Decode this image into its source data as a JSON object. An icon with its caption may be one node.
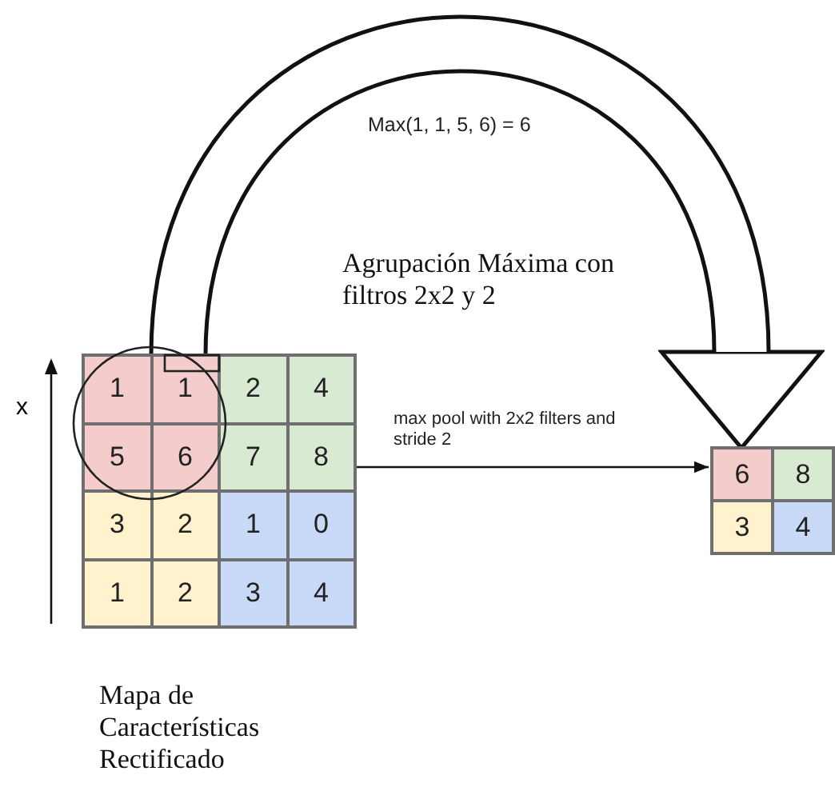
{
  "diagram": {
    "nodes": [
      {
        "text": [],
        "shape": "box",
        "beside": [
          "Mapa de Características Rectificado"
        ]
      },
      {
        "text": [
          "1"
        ],
        "in": 0
      },
      {
        "text": [
          "1"
        ],
        "in": 0
      },
      {
        "text": [
          "2"
        ],
        "in": 0
      },
      {
        "text": [
          "4"
        ],
        "in": 0
      },
      {
        "text": [
          "5"
        ],
        "in": 0
      },
      {
        "text": [
          "6"
        ],
        "in": 0
      },
      {
        "text": [
          "7"
        ],
        "in": 0
      },
      {
        "text": [
          "8"
        ],
        "in": 0
      },
      {
        "text": [
          "3"
        ],
        "in": 0
      },
      {
        "text": [
          "2"
        ],
        "in": 0
      },
      {
        "text": [
          "1"
        ],
        "in": 0
      },
      {
        "text": [
          "0"
        ],
        "in": 0
      },
      {
        "text": [
          "1"
        ],
        "in": 0
      },
      {
        "text": [
          "2"
        ],
        "in": 0
      },
      {
        "text": [
          "3"
        ],
        "in": 0
      },
      {
        "text": [
          "4"
        ],
        "in": 0
      },
      {
        "text": [],
        "shape": "box"
      },
      {
        "text": [
          "6"
        ],
        "in": 17
      },
      {
        "text": [
          "8"
        ],
        "in": 17
      },
      {
        "text": [
          "3"
        ],
        "in": 17
      },
      {
        "text": [
          "4"
        ],
        "in": 17
      }
    ],
    "edges": [
      {
        "from": 0,
        "to": 17,
        "arrow": "to",
        "style": "thick"
      },
      {
        "from": 0,
        "to": 17,
        "arrow": "to",
        "label": "max pool with 2x2 filters and stride 2"
      }
    ],
    "labels": [
      "Max(1, 1, 5, 6) = 6",
      "Agrupación Máxima con filtros 2x2 y 2",
      "x"
    ]
  }
}
